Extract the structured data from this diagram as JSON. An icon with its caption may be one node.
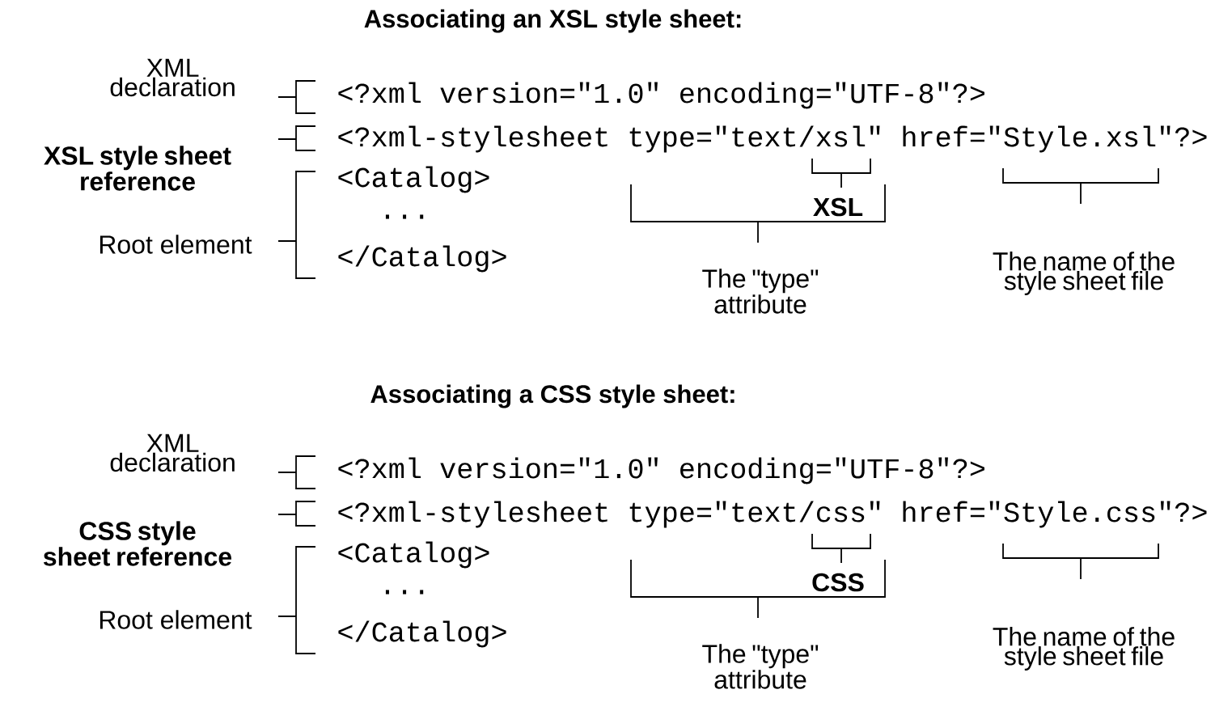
{
  "diagram": {
    "labels": [
      "Associating an XSL style sheet:",
      "XML declaration",
      "<?xml version=\"1.0\" encoding=\"UTF-8\"?>",
      "XSL style sheet reference",
      "<?xml-stylesheet type=\"text/xsl\" href=\"Style.xsl\"?>",
      "<Catalog>",
      "...",
      "Root element",
      "</Catalog>",
      "XSL",
      "The \"type\" attribute",
      "The name of the style sheet file",
      "Associating a CSS style sheet:",
      "XML declaration",
      "<?xml version=\"1.0\" encoding=\"UTF-8\"?>",
      "CSS style sheet reference",
      "<?xml-stylesheet type=\"text/css\" href=\"Style.css\"?>",
      "<Catalog>",
      "...",
      "Root element",
      "</Catalog>",
      "CSS",
      "The \"type\" attribute",
      "The name of the style sheet file"
    ]
  }
}
